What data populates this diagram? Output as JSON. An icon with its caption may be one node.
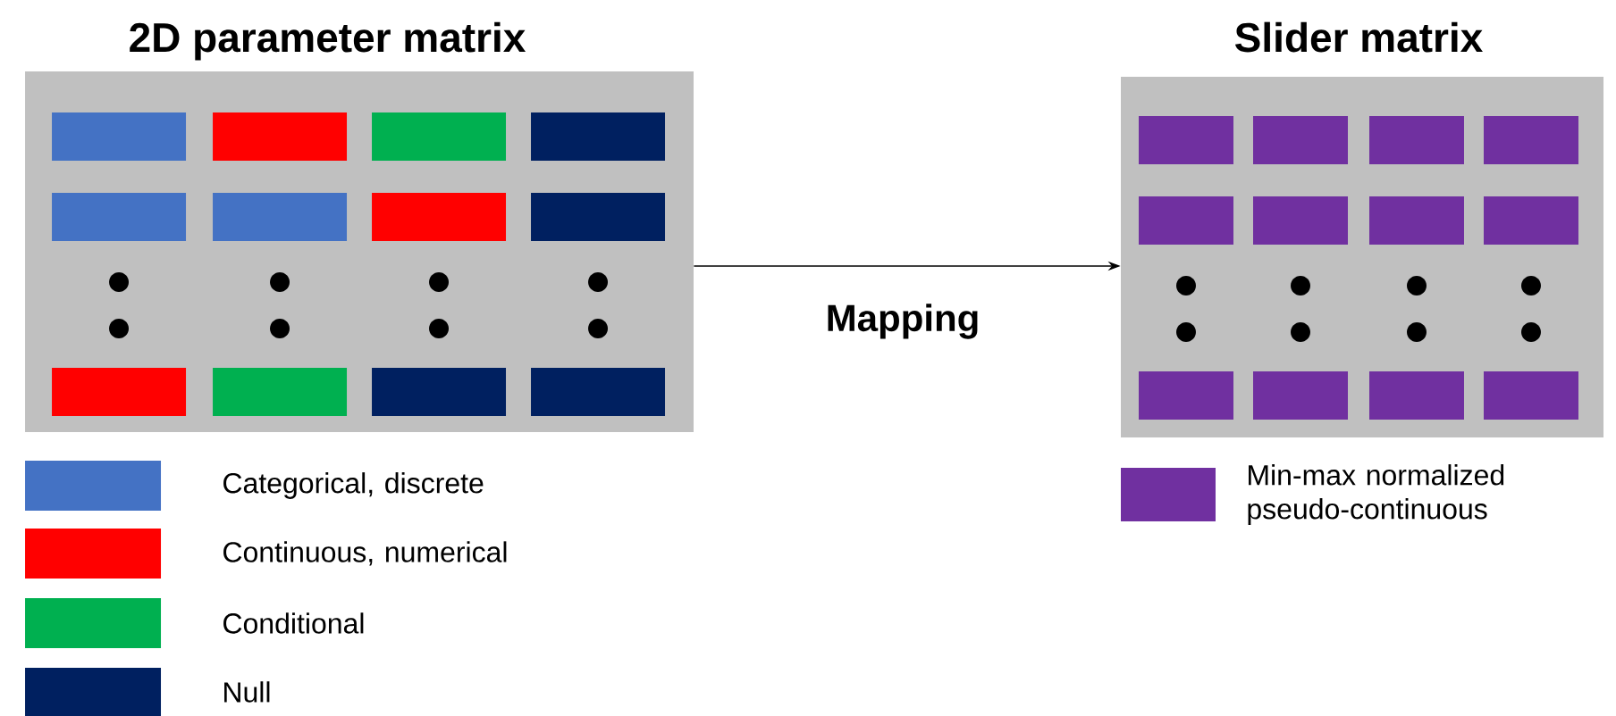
{
  "diagram": {
    "nodes": [
      {
        "text": [
          "2D parameter matrix"
        ]
      },
      {
        "text": [
          "Slider matrix"
        ]
      }
    ],
    "edges": [
      {
        "from": 0,
        "to": 1,
        "arrow": "to",
        "label": "Mapping"
      }
    ],
    "legend": [
      {
        "text": "Categorical, discrete",
        "color": "#4472c4"
      },
      {
        "text": "Continuous, numerical",
        "color": "#ff0000"
      },
      {
        "text": "Conditional",
        "color": "#00b050"
      },
      {
        "text": "Null",
        "color": "#002060"
      },
      {
        "text": "Min-max normalized pseudo-continuous",
        "color": "#7030a0"
      }
    ]
  }
}
